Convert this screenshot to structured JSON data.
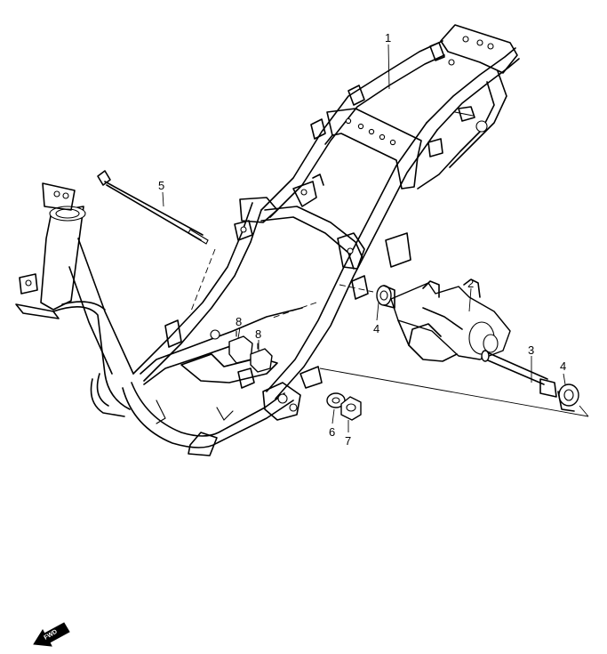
{
  "callouts": [
    {
      "id": "1",
      "label": "1"
    },
    {
      "id": "2",
      "label": "2"
    },
    {
      "id": "3",
      "label": "3"
    },
    {
      "id": "4a",
      "label": "4"
    },
    {
      "id": "4b",
      "label": "4"
    },
    {
      "id": "5",
      "label": "5"
    },
    {
      "id": "6",
      "label": "6"
    },
    {
      "id": "7",
      "label": "7"
    },
    {
      "id": "8a",
      "label": "8"
    },
    {
      "id": "8b",
      "label": "8"
    }
  ],
  "fwd_badge": {
    "label": "FWD"
  },
  "colors": {
    "line": "#000000",
    "background": "#ffffff"
  }
}
